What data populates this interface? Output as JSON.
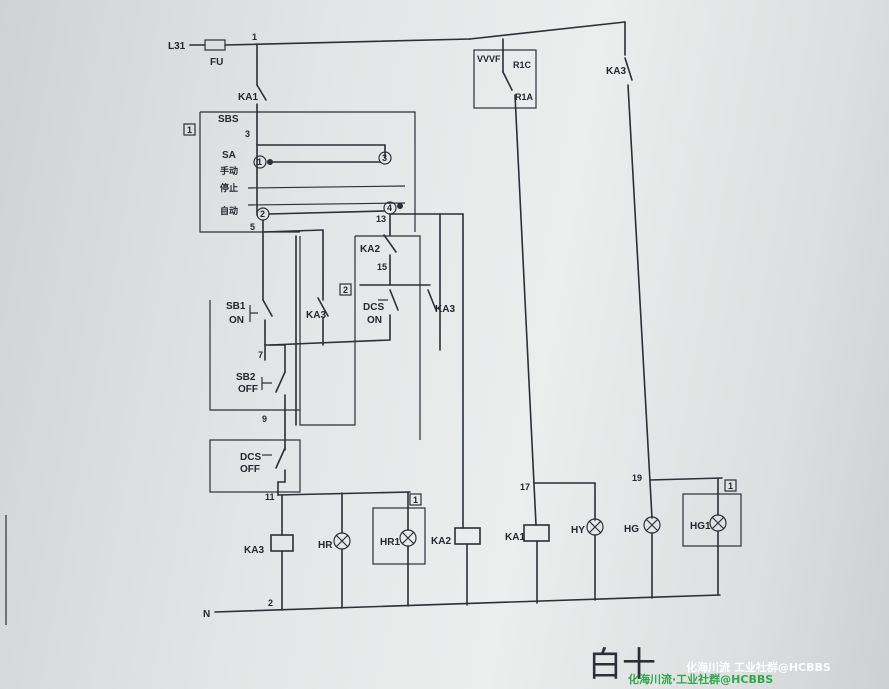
{
  "labels": {
    "l31": "L31",
    "fu": "FU",
    "ka1_contact": "KA1",
    "sbs": "SBS",
    "box1_a": "1",
    "box1_b": "1",
    "box1_c": "1",
    "box2": "2",
    "sa": "SA",
    "manual": "手动",
    "stop": "停止",
    "auto": "自动",
    "vvvf": "VVVF",
    "r1c": "R1C",
    "r1a": "R1A",
    "ka3_top": "KA3",
    "ka2_contact": "KA2",
    "sb1": "SB1",
    "sb1_on": "ON",
    "ka3_mid": "KA3",
    "dcs_on": "DCS",
    "dcs_on2": "ON",
    "ka3_right": "KA3",
    "sb2": "SB2",
    "sb2_off": "OFF",
    "dcs_off": "DCS",
    "dcs_off2": "OFF",
    "ka3_coil": "KA3",
    "hr": "HR",
    "hr1": "HR1",
    "ka2_coil": "KA2",
    "ka1_coil": "KA1",
    "hy": "HY",
    "hg": "HG",
    "hg1": "HG1",
    "n": "N",
    "handwriting": "白十",
    "watermark_left": "化海川流·工业社群@HCBBS",
    "watermark_right": "化海川流 工业社群@HCBBS"
  },
  "nodes": {
    "n1": "1",
    "n2": "2",
    "n3": "3",
    "n5": "5",
    "n7": "7",
    "n9": "9",
    "n11": "11",
    "n13": "13",
    "n15": "15",
    "n17": "17",
    "n19": "19",
    "t1": "1",
    "t2": "2",
    "t3": "3",
    "t4": "4"
  }
}
